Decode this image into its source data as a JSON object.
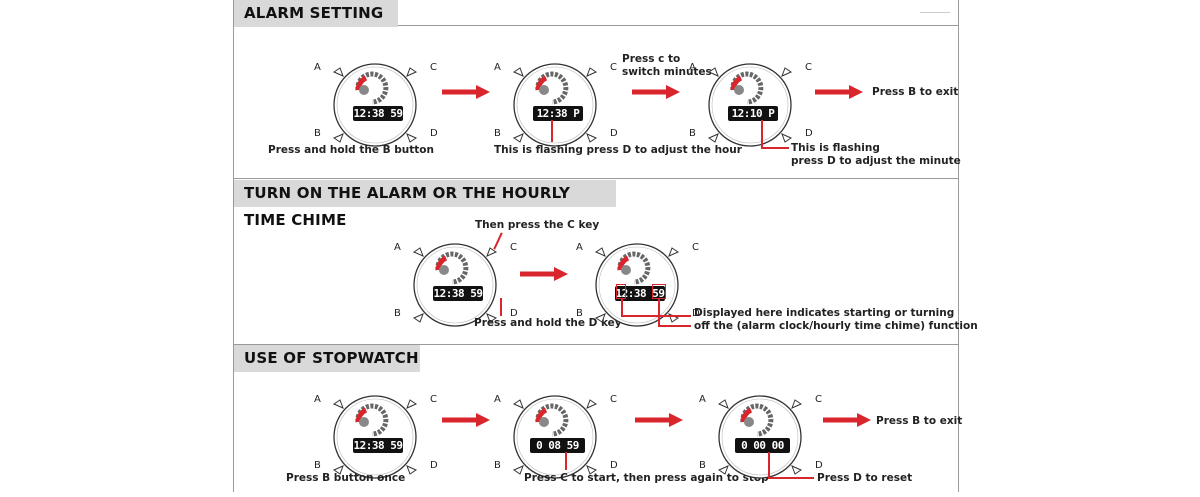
{
  "sections": {
    "alarm": {
      "title": "ALARM SETTING"
    },
    "chime": {
      "title": "TURN ON THE ALARM OR THE HOURLY TIME CHIME"
    },
    "stopwatch": {
      "title": "USE OF STOPWATCH"
    }
  },
  "buttons": {
    "a": "A",
    "b": "B",
    "c": "C",
    "d": "D"
  },
  "alarm": {
    "cap1": "Press and hold the B button",
    "cap2": "This is flashing press D to adjust the hour",
    "cap3a": "Press c to",
    "cap3b": "switch minutes",
    "cap4a": "This is flashing",
    "cap4b": "press D to adjust the minute",
    "cap5": "Press B to exit",
    "lcd1": "12:38 59",
    "lcd2": "12:38 P",
    "lcd3": "12:10 P"
  },
  "chime": {
    "cap1": "Then press the C key",
    "cap2": "Press and hold the D key",
    "cap3a": "Displayed here indicates starting or turning",
    "cap3b": "off the (alarm clock/hourly time chime) function",
    "lcd1": "12:38 59",
    "lcd2": "12:38 59"
  },
  "stopwatch": {
    "cap1": "Press B button once",
    "cap2": "Press C to start, then press again to stop",
    "cap3": "Press B to exit",
    "cap4": "Press D to reset",
    "lcd1": "12:38 59",
    "lcd2": "0 08 59",
    "lcd3": "0 00 00"
  },
  "colors": {
    "accent": "#d9252c",
    "header_bg": "#d9d9d9",
    "lcd_bg": "#111111"
  }
}
